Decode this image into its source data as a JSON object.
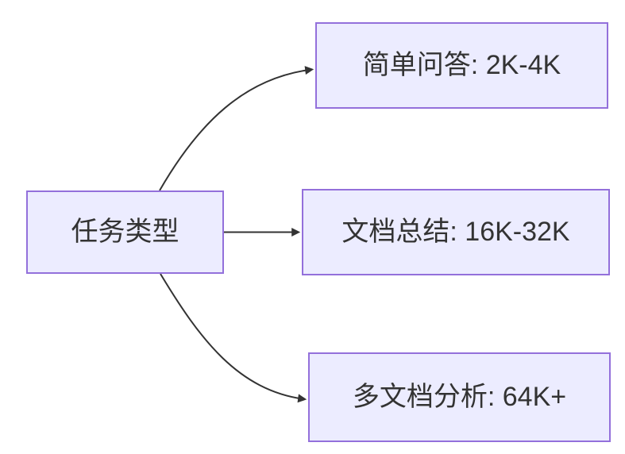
{
  "diagram": {
    "type": "flowchart",
    "direction": "left-to-right",
    "colors": {
      "background": "#ffffff",
      "node_fill": "#ECECFF",
      "node_border": "#9370DB",
      "arrow": "#333333",
      "text": "#333333"
    },
    "nodes": [
      {
        "id": "task-type",
        "label": "任务类型"
      },
      {
        "id": "simple-qa",
        "label": "简单问答: 2K-4K"
      },
      {
        "id": "doc-summary",
        "label": "文档总结: 16K-32K"
      },
      {
        "id": "multi-doc",
        "label": "多文档分析: 64K+"
      }
    ],
    "edges": [
      {
        "from": "task-type",
        "to": "simple-qa"
      },
      {
        "from": "task-type",
        "to": "doc-summary"
      },
      {
        "from": "task-type",
        "to": "multi-doc"
      }
    ]
  }
}
